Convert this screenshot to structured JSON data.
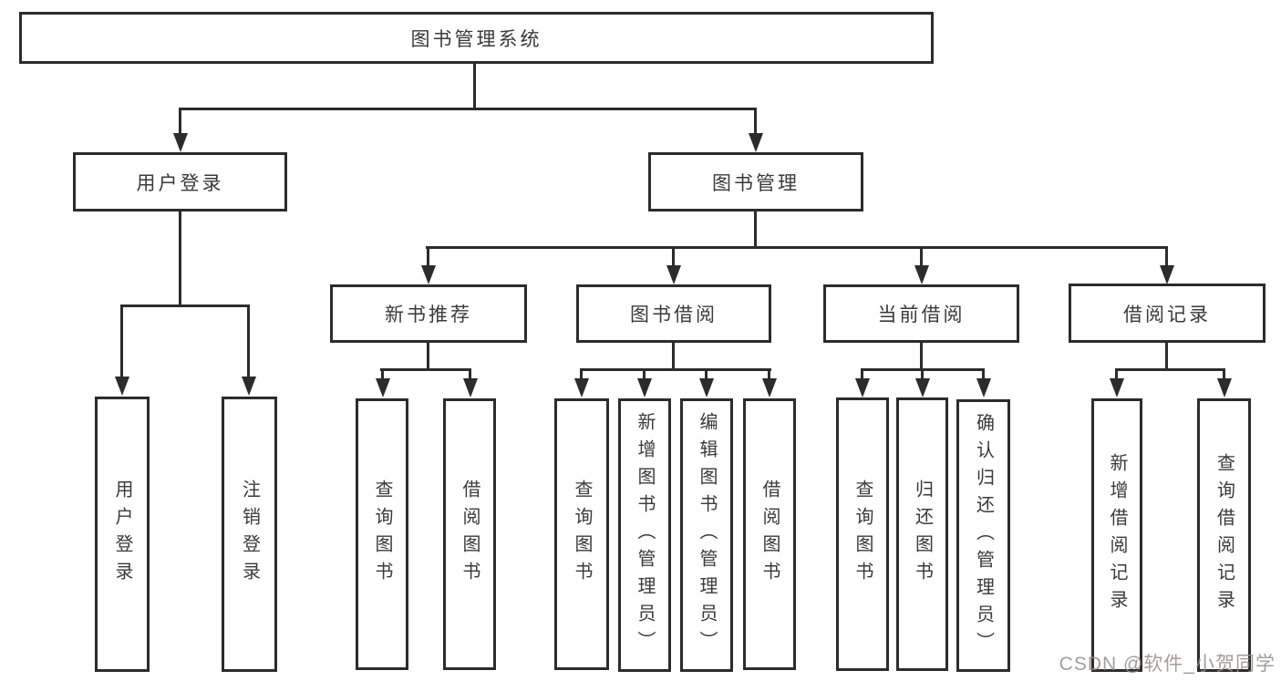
{
  "diagram": {
    "root": {
      "label": "图书管理系统"
    },
    "branches": [
      {
        "label": "用户登录",
        "children": [
          {
            "label": "用户登录"
          },
          {
            "label": "注销登录"
          }
        ]
      },
      {
        "label": "图书管理",
        "children": [
          {
            "label": "新书推荐",
            "children": [
              {
                "label": "查询图书"
              },
              {
                "label": "借阅图书"
              }
            ]
          },
          {
            "label": "图书借阅",
            "children": [
              {
                "label": "查询图书"
              },
              {
                "label": "新增图书（管理员）"
              },
              {
                "label": "编辑图书（管理员）"
              },
              {
                "label": "借阅图书"
              }
            ]
          },
          {
            "label": "当前借阅",
            "children": [
              {
                "label": "查询图书"
              },
              {
                "label": "归还图书"
              },
              {
                "label": "确认归还（管理员）"
              }
            ]
          },
          {
            "label": "借阅记录",
            "children": [
              {
                "label": "新增借阅记录"
              },
              {
                "label": "查询借阅记录"
              }
            ]
          }
        ]
      }
    ]
  },
  "watermark": {
    "text": "CSDN @软件_小贺同学",
    "color": "#948c8c"
  },
  "colors": {
    "line": "#2c2c2c",
    "border": "#2c2c2c",
    "text": "#3a3a3a",
    "background": "#ffffff"
  }
}
